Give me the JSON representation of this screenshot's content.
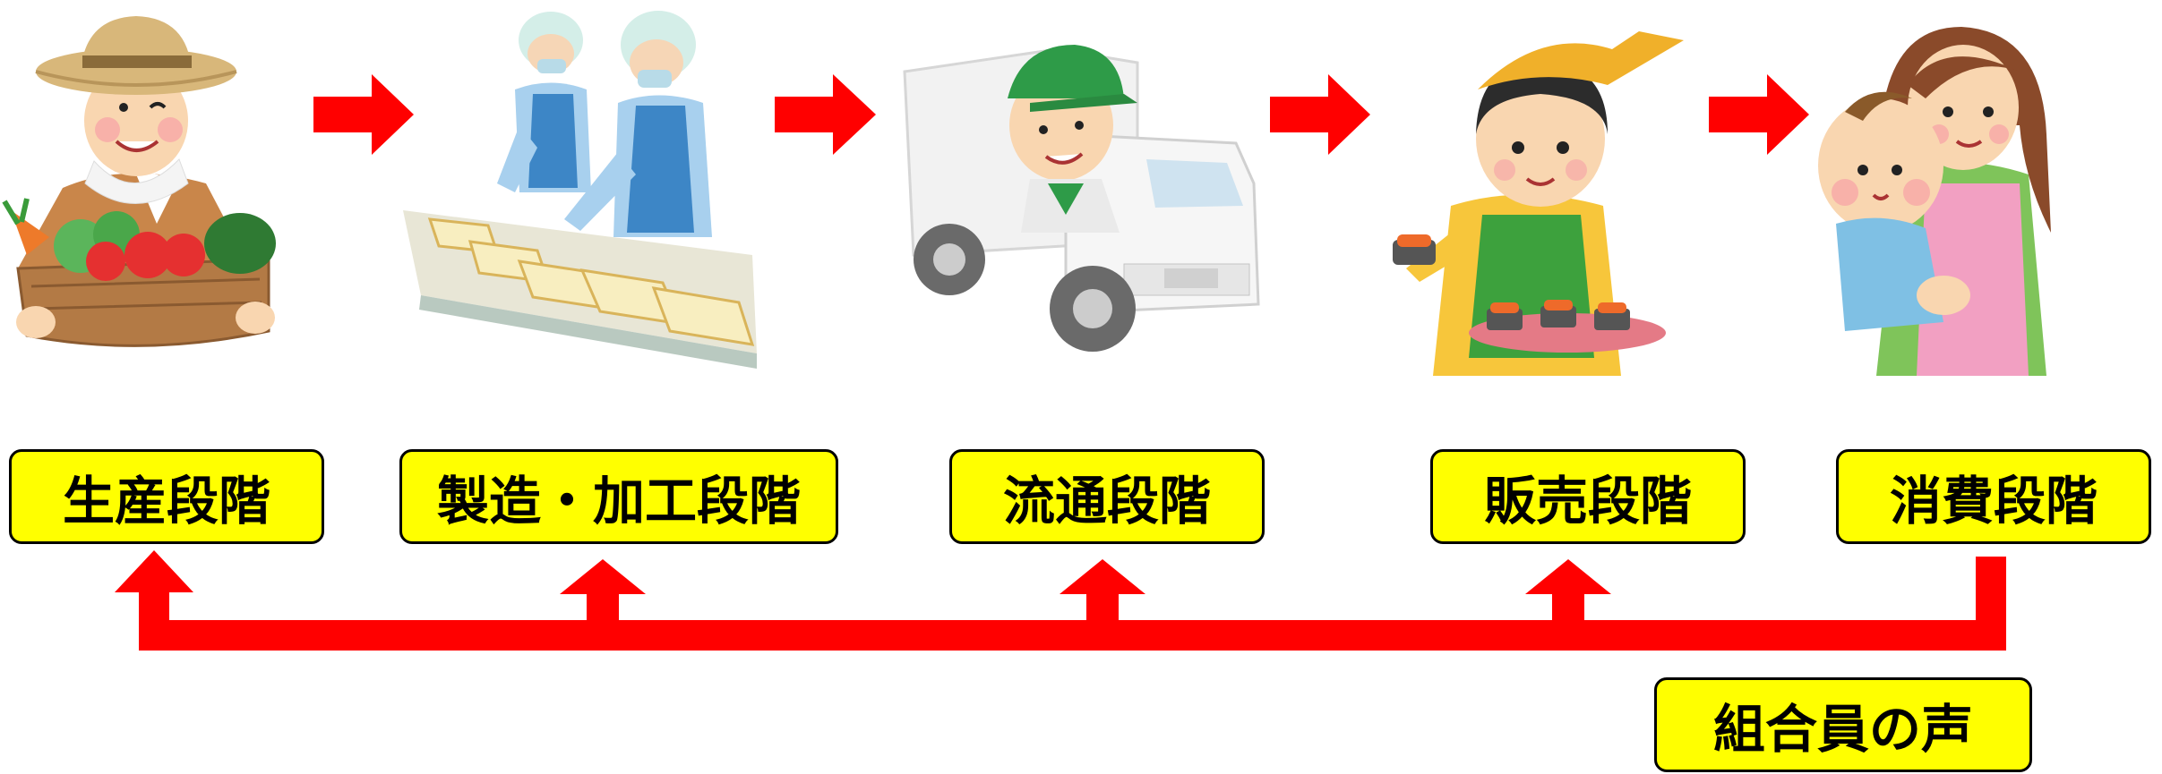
{
  "stages": [
    {
      "label": "生産段階",
      "illustration": "farmer-with-vegetables"
    },
    {
      "label": "製造・加工段階",
      "illustration": "factory-workers-assembly-line"
    },
    {
      "label": "流通段階",
      "illustration": "truck-driver"
    },
    {
      "label": "販売段階",
      "illustration": "shop-clerk-with-samples"
    },
    {
      "label": "消費段階",
      "illustration": "mother-holding-baby"
    }
  ],
  "feedback_label": "組合員の声",
  "colors": {
    "arrow": "#ff0000",
    "label_bg": "#ffff00",
    "label_border": "#000000"
  }
}
